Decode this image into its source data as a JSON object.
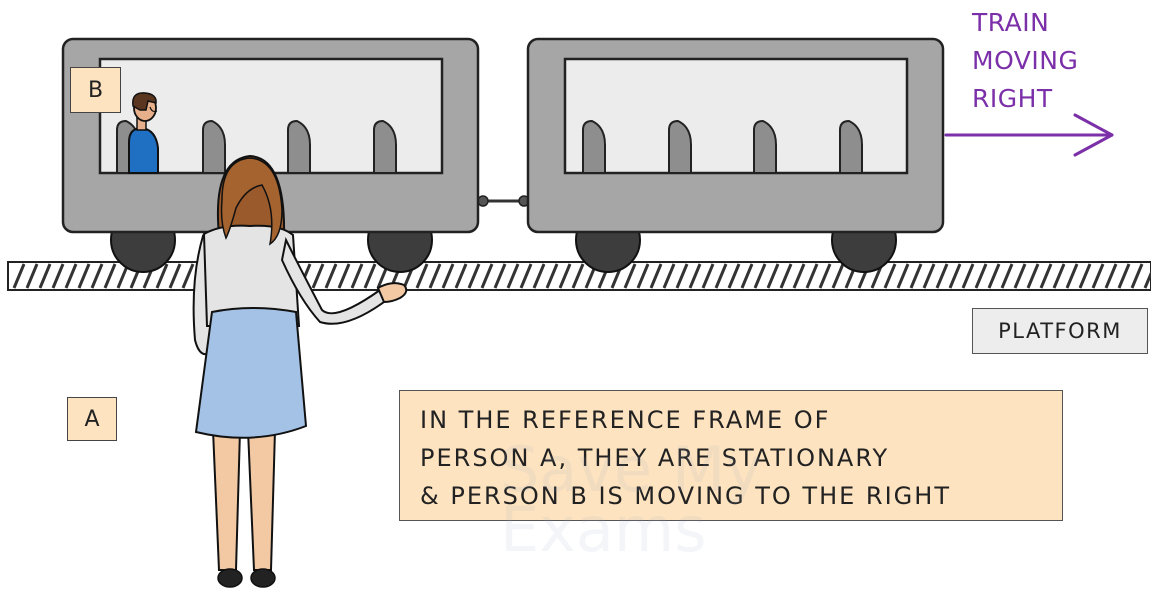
{
  "labels": {
    "person_b": "B",
    "person_a": "A",
    "platform": "PLATFORM"
  },
  "train_note": {
    "lines": [
      "TRAIN",
      "MOVING",
      "RIGHT"
    ],
    "color": "#7b2fa8"
  },
  "info_box": {
    "lines": [
      "IN THE REFERENCE FRAME OF",
      "PERSON A, THEY ARE STATIONARY",
      "& PERSON B IS MOVING TO THE RIGHT"
    ]
  },
  "watermark": {
    "lines": [
      "Save My",
      "Exams"
    ]
  },
  "colors": {
    "carriage": "#a6a6a6",
    "window": "#ececec",
    "seat": "#8e8e8e",
    "wheel": "#3d3d3d",
    "label_fill": "#fde3c0",
    "skirt": "#a4c2e6",
    "shirt": "#1f6fc2",
    "hair": "#9b5a2c"
  },
  "icons": [
    "right-arrow-icon"
  ]
}
